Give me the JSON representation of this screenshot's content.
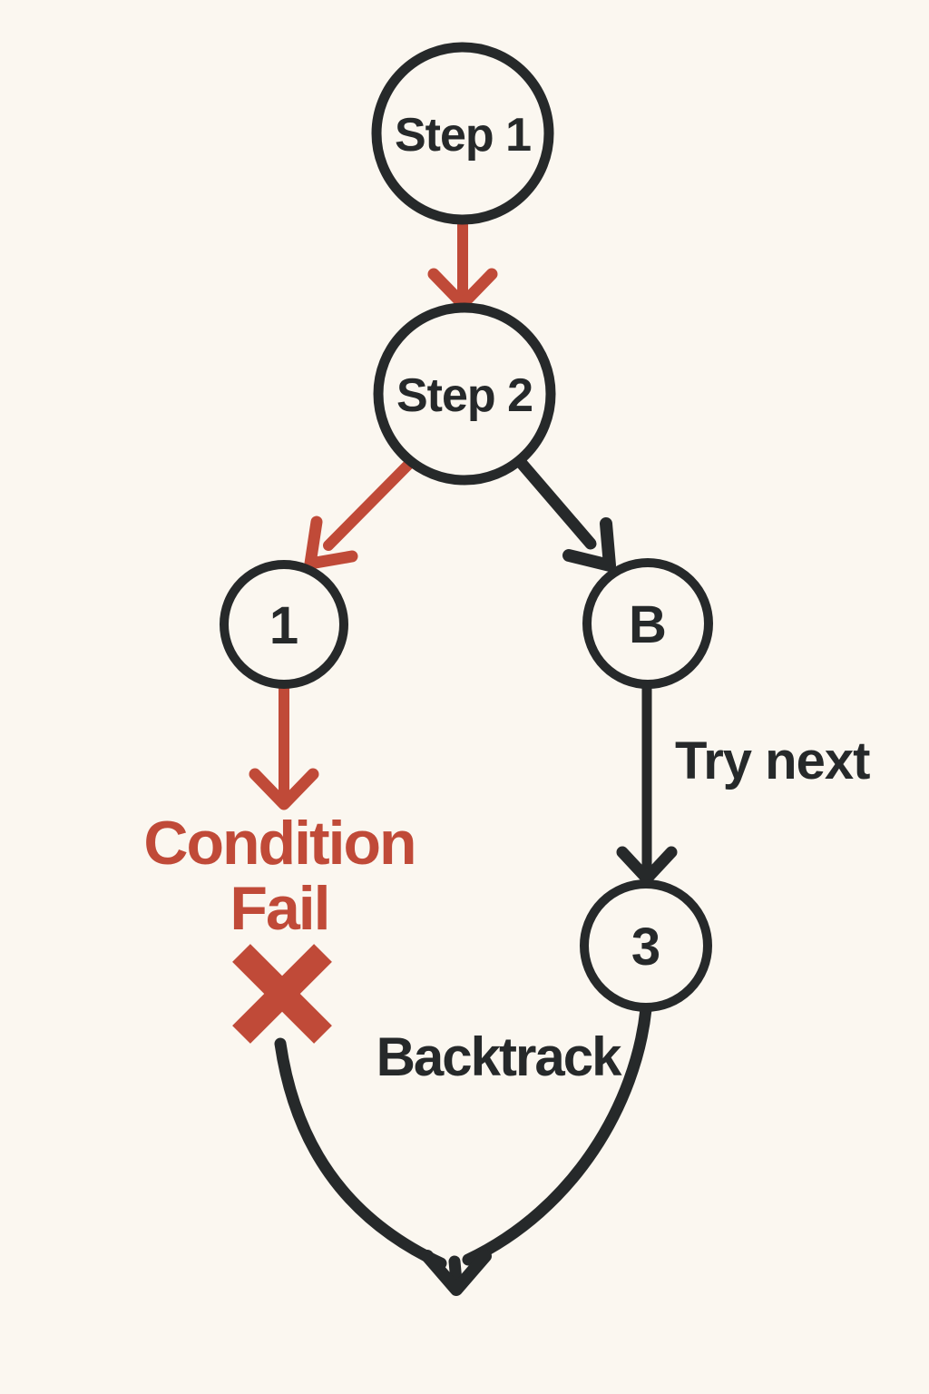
{
  "page": {
    "background": "#fbf7f0",
    "kind": "backtracking flow diagram"
  },
  "colors": {
    "ink": "#26292a",
    "accent": "#c04a38",
    "node_fill": "#fbf7f0"
  },
  "nodes": {
    "step1": {
      "label": "Step 1"
    },
    "step2": {
      "label": "Step 2"
    },
    "option1": {
      "label": "1"
    },
    "optionB": {
      "label": "B"
    },
    "option3": {
      "label": "3"
    }
  },
  "edges": {
    "step1_to_step2": {
      "from": "Step 1",
      "to": "Step 2",
      "style": "red-arrow",
      "label": ""
    },
    "step2_to_option1": {
      "from": "Step 2",
      "to": "1",
      "style": "red-arrow",
      "label": ""
    },
    "step2_to_optionB": {
      "from": "Step 2",
      "to": "B",
      "style": "black-arrow",
      "label": ""
    },
    "option1_to_fail": {
      "from": "1",
      "to": "Condition Fail",
      "style": "red-arrow",
      "label": ""
    },
    "optionB_to_option3": {
      "from": "B",
      "to": "3",
      "style": "black-arrow",
      "label": "Try next"
    },
    "merge_to_exit": {
      "from": "fail-x / 3",
      "to": "exit-point",
      "style": "black-curved-arrow",
      "label": "Backtrack"
    }
  },
  "annotations": {
    "condition_fail": {
      "line1": "Condition",
      "line2": "Fail"
    },
    "fail_mark_glyph": "✕"
  }
}
